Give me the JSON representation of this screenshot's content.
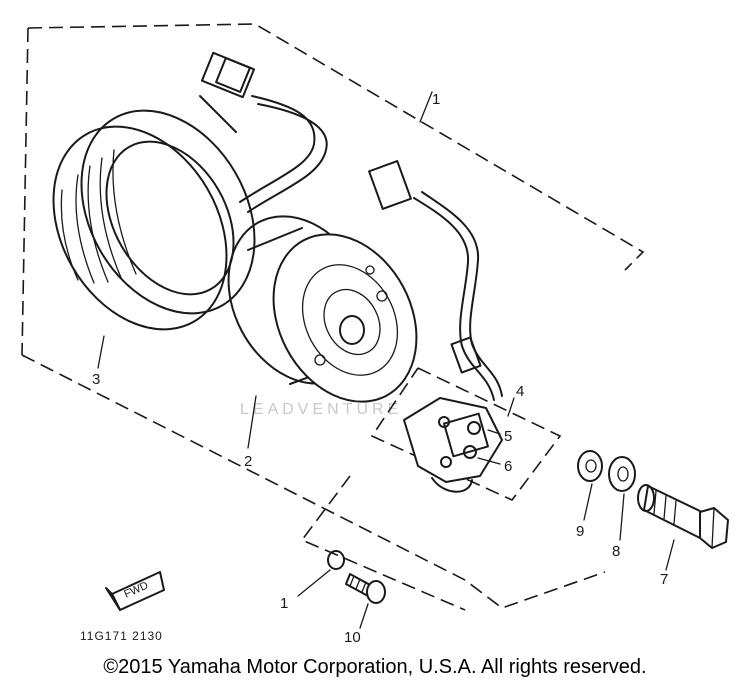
{
  "diagram": {
    "callouts": [
      {
        "id": "1",
        "label": "1"
      },
      {
        "id": "2",
        "label": "2"
      },
      {
        "id": "3",
        "label": "3"
      },
      {
        "id": "4",
        "label": "4"
      },
      {
        "id": "5",
        "label": "5"
      },
      {
        "id": "6",
        "label": "6"
      },
      {
        "id": "7",
        "label": "7"
      },
      {
        "id": "8",
        "label": "8"
      },
      {
        "id": "9",
        "label": "9"
      },
      {
        "id": "10",
        "label": "10"
      },
      {
        "id": "11",
        "label": "1"
      }
    ],
    "part_code": "11G171 2130",
    "fwd_label": "FWD",
    "watermark": "LEADVENTURE"
  },
  "footer": {
    "copyright": "©2015 Yamaha Motor Corporation, U.S.A. All rights reserved."
  }
}
